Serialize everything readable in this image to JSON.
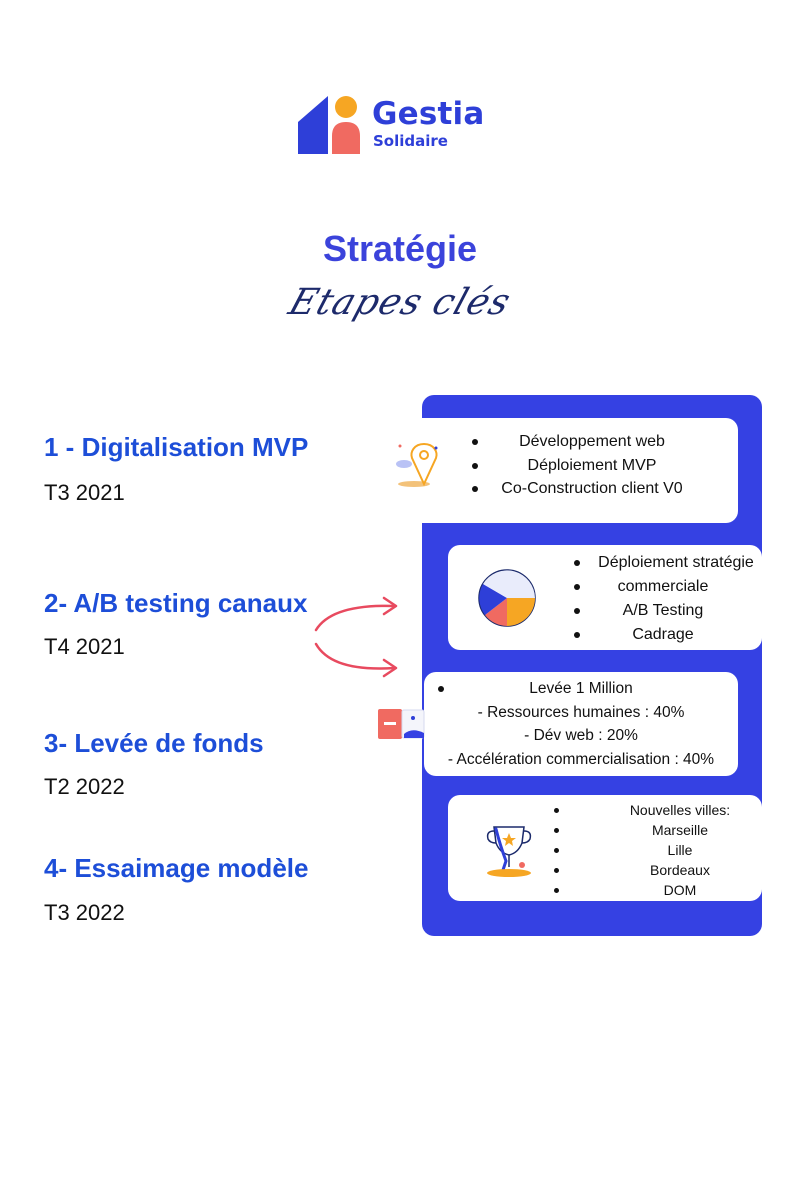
{
  "brand": {
    "name": "Gestia",
    "tagline": "Solidaire",
    "colors": {
      "primary": "#2e3fd8",
      "orange": "#f6a623",
      "coral": "#f06a61"
    }
  },
  "header": {
    "title": "Stratégie",
    "subtitle": "Etapes clés"
  },
  "steps": [
    {
      "title": "1 - Digitalisation MVP",
      "date": "T3 2021"
    },
    {
      "title": "2- A/B testing canaux",
      "date": "T4 2021"
    },
    {
      "title": "3- Levée de fonds",
      "date": "T2 2022"
    },
    {
      "title": "4- Essaimage modèle",
      "date": "T3 2022"
    }
  ],
  "cards": [
    {
      "icon": "location-pin-icon",
      "items": [
        "Développement web",
        "Déploiement MVP",
        "Co-Construction client  V0"
      ]
    },
    {
      "icon": "pie-chart-icon",
      "items": [
        "Déploiement stratégie",
        "commerciale",
        "A/B Testing",
        "Cadrage"
      ]
    },
    {
      "icon": "document-icon",
      "items": [
        "Levée 1 Million",
        "- Ressources humaines : 40%",
        "- Dév web : 20%",
        "- Accélération commercialisation : 40%"
      ]
    },
    {
      "icon": "trophy-icon",
      "items": [
        "Nouvelles villes:",
        "Marseille",
        "Lille",
        "Bordeaux",
        "DOM"
      ]
    }
  ]
}
